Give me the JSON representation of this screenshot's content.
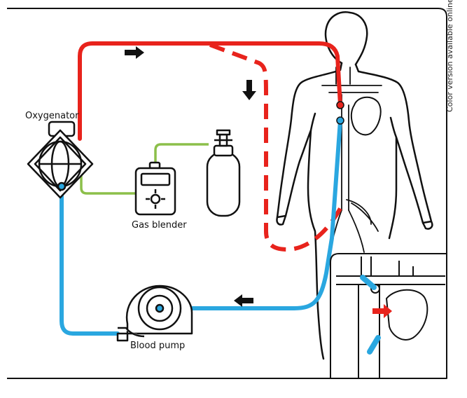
{
  "labels": {
    "oxygenator": "Oxygenator",
    "gas_blender": "Gas blender",
    "blood_pump": "Blood pump"
  },
  "side_note": "Color version available online",
  "colors": {
    "oxygenated": "#e8231c",
    "deoxygenated": "#2aa7e0",
    "gas_line": "#8cbf4a",
    "outline": "#111111"
  },
  "icons": {
    "oxygenator": "oxygenator-icon",
    "gas_blender": "gas-blender-icon",
    "gas_cylinder": "gas-cylinder-icon",
    "blood_pump": "blood-pump-icon",
    "patient": "human-body-icon",
    "inset": "cannulation-inset"
  }
}
